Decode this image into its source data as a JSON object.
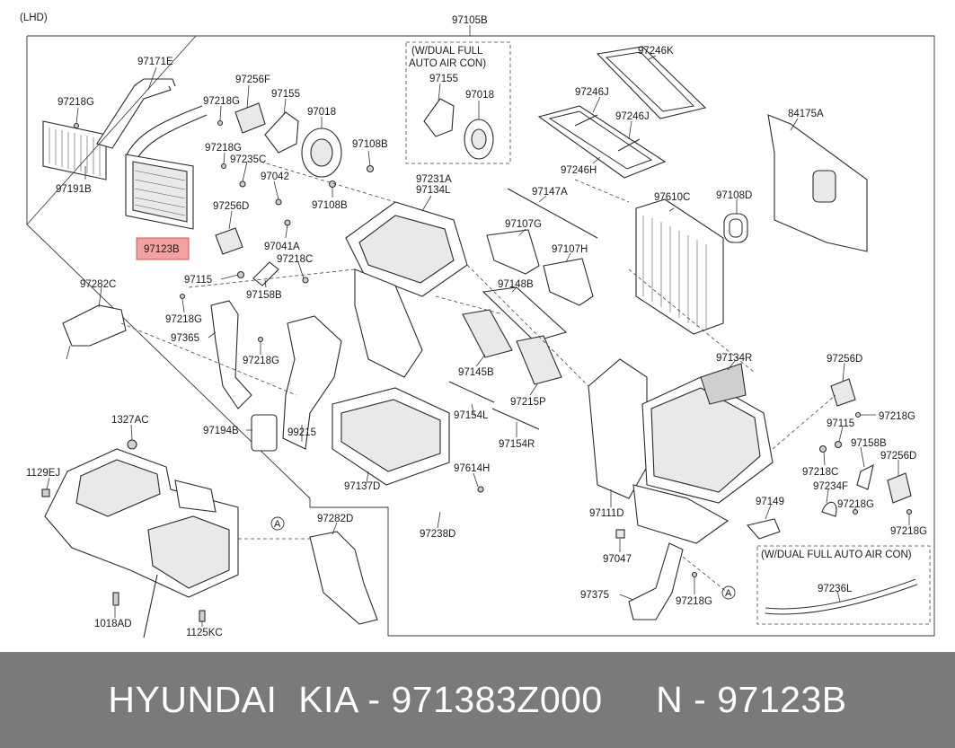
{
  "diagram": {
    "corner_tag": "(LHD)",
    "assembly_label": "97105B",
    "note_dual_a": "(W/DUAL FULL",
    "note_dual_b": "AUTO AIR CON)",
    "note_dual_bottom": "(W/DUAL FULL AUTO AIR CON)",
    "ref_mark": "A",
    "highlight_color": "#f2a0a0",
    "highlighted_part": "97123B",
    "labels": {
      "p97171E": "97171E",
      "p97218G_a": "97218G",
      "p97191B": "97191B",
      "p97218G_b": "97218G",
      "p97256F": "97256F",
      "p97155_a": "97155",
      "p97018_a": "97018",
      "p97155_b": "97155",
      "p97018_b": "97018",
      "p97246K": "97246K",
      "p97246J_a": "97246J",
      "p97246J_b": "97246J",
      "p97246H": "97246H",
      "p84175A": "84175A",
      "p97218G_c": "97218G",
      "p97235C": "97235C",
      "p97108B_a": "97108B",
      "p97042": "97042",
      "p97108B_b": "97108B",
      "p97231A": "97231A",
      "p97134L": "97134L",
      "p97147A": "97147A",
      "p97610C": "97610C",
      "p97108D": "97108D",
      "p97256D_a": "97256D",
      "p97123B": "97123B",
      "p97041A": "97041A",
      "p97218C_a": "97218C",
      "p97107G": "97107G",
      "p97107H": "97107H",
      "p97115_a": "97115",
      "p97158B_a": "97158B",
      "p97148B": "97148B",
      "p97282C": "97282C",
      "p97218G_d": "97218G",
      "p97365": "97365",
      "p97218G_e": "97218G",
      "p97145B": "97145B",
      "p97215P": "97215P",
      "p97134R": "97134R",
      "p97256D_b": "97256D",
      "p97115_b": "97115",
      "p97218G_f": "97218G",
      "p97154L": "97154L",
      "p1327AC": "1327AC",
      "p97194B": "97194B",
      "p99215": "99215",
      "p97154R": "97154R",
      "p97158B_b": "97158B",
      "p97218C_b": "97218C",
      "p97256D_c": "97256D",
      "p97614H": "97614H",
      "p1129EJ": "1129EJ",
      "p97137D": "97137D",
      "p97234F": "97234F",
      "p97111D": "97111D",
      "p97149": "97149",
      "p97218G_g": "97218G",
      "p97238D": "97238D",
      "p97282D": "97282D",
      "p97218G_h": "97218G",
      "p97047": "97047",
      "p97236L": "97236L",
      "p97375": "97375",
      "p97218G_i": "97218G",
      "p1018AD": "1018AD",
      "p1125KC": "1125KC"
    }
  },
  "footer": {
    "text": "HYUNDAI  KIA - 971383Z000     N - 97123B",
    "background": "#7a7a7a"
  }
}
